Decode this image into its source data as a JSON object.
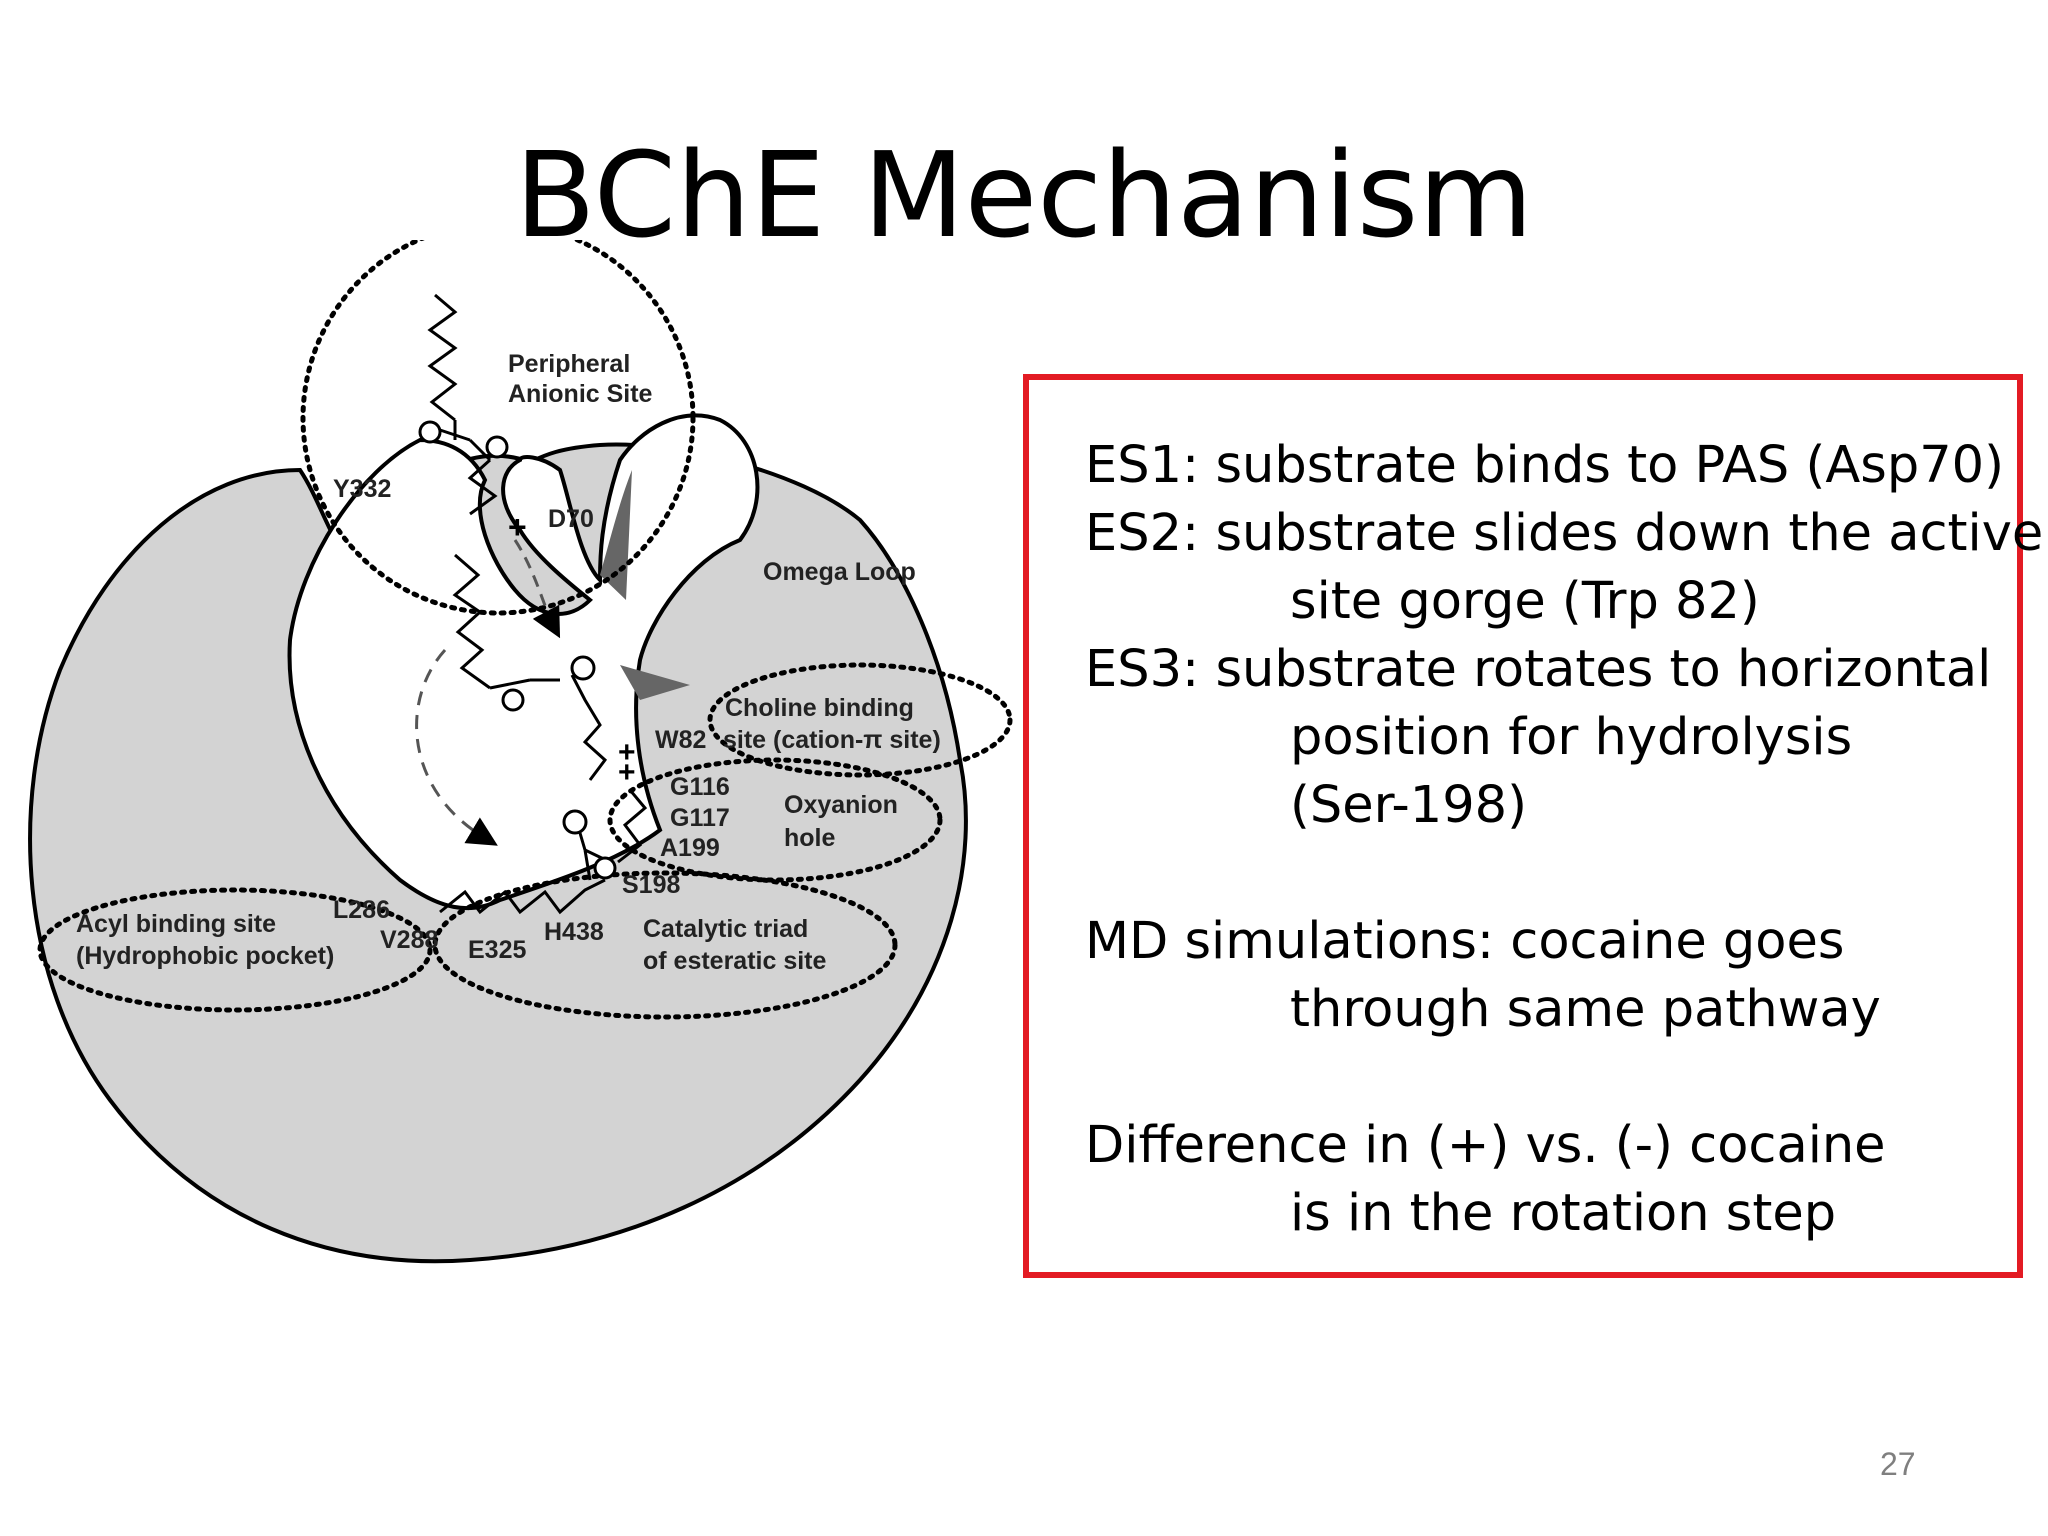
{
  "slide": {
    "title": "BChE Mechanism",
    "page_number": "27"
  },
  "diagram": {
    "labels": {
      "pas_line1": "Peripheral",
      "pas_line2": "Anionic Site",
      "y332": "Y332",
      "d70": "D70",
      "omega_loop": "Omega Loop",
      "choline_line1": "Choline binding",
      "choline_line2": "site (cation-π site)",
      "w82": "W82",
      "g116": "G116",
      "g117": "G117",
      "a199": "A199",
      "s198": "S198",
      "oxy_line1": "Oxyanion",
      "oxy_line2": "hole",
      "acyl_line1": "Acyl binding site",
      "acyl_line2": "(Hydrophobic pocket)",
      "l286": "L286",
      "v288": "V288",
      "e325": "E325",
      "h438": "H438",
      "triad_line1": "Catalytic triad",
      "triad_line2": "of esteratic site"
    },
    "colors": {
      "enzyme_fill": "#d3d3d3",
      "highlight_border": "#e31b23"
    }
  },
  "text_box": {
    "lines": [
      "ES1: substrate binds to PAS (Asp70)",
      "ES2: substrate slides down the active",
      "site gorge (Trp 82)",
      "ES3: substrate rotates to horizontal",
      "position for hydrolysis",
      "(Ser-198)",
      "MD simulations: cocaine goes",
      "through same pathway",
      "Difference in (+) vs. (-) cocaine",
      "is in the rotation step"
    ]
  }
}
